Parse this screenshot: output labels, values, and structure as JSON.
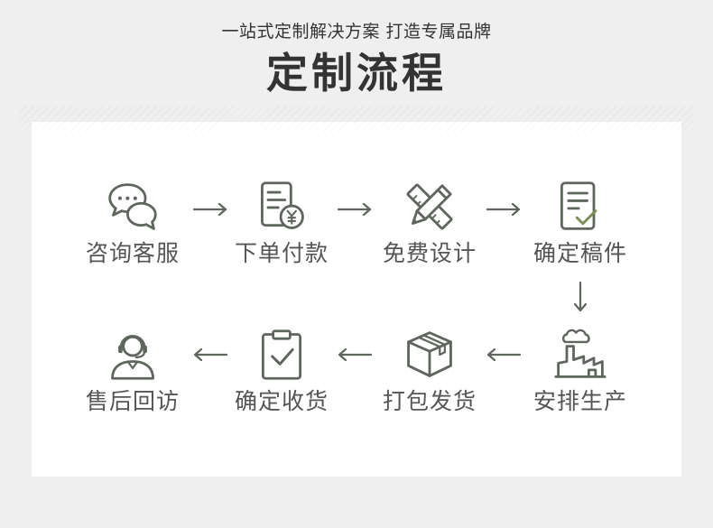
{
  "header": {
    "subtitle": "一站式定制解决方案 打造专属品牌",
    "title": "定制流程"
  },
  "steps": [
    {
      "label": "咨询客服",
      "icon": "chat-bubbles-icon"
    },
    {
      "label": "下单付款",
      "icon": "document-yen-icon"
    },
    {
      "label": "免费设计",
      "icon": "pencil-ruler-icon"
    },
    {
      "label": "确定稿件",
      "icon": "document-check-icon"
    },
    {
      "label": "安排生产",
      "icon": "factory-icon"
    },
    {
      "label": "打包发货",
      "icon": "box-icon"
    },
    {
      "label": "确定收货",
      "icon": "clipboard-check-icon"
    },
    {
      "label": "售后回访",
      "icon": "headset-person-icon"
    }
  ],
  "colors": {
    "background": "#efefef",
    "card": "#ffffff",
    "icon": "#5f665e",
    "accent": "#7f8f5a",
    "text": "#555555",
    "heading": "#333333"
  }
}
